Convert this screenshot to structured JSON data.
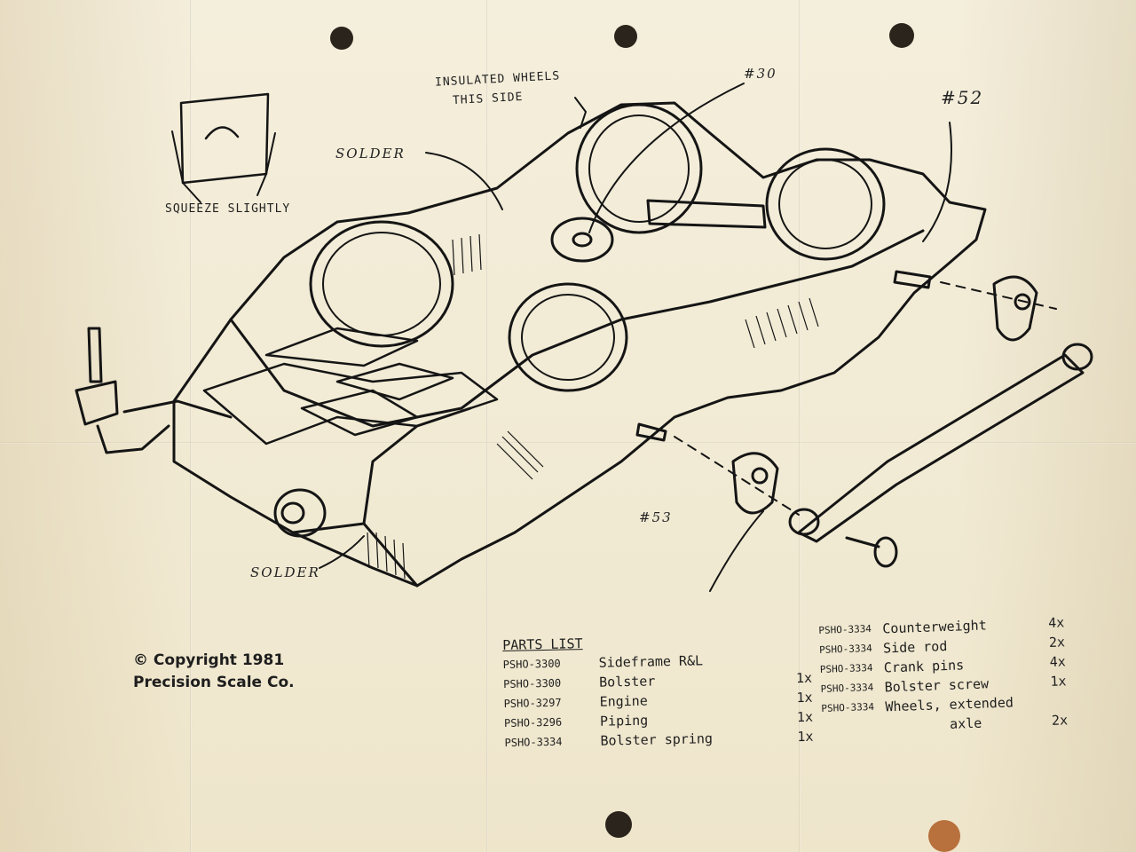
{
  "labels": {
    "squeeze": "SQUEEZE SLIGHTLY",
    "insulated_line1": "INSULATED WHEELS",
    "insulated_line2": "THIS SIDE",
    "solder_top": "SOLDER",
    "solder_bottom": "SOLDER",
    "part_30": "#30",
    "part_52": "#52",
    "part_53": "#53"
  },
  "copyright": {
    "line1": "© Copyright 1981",
    "line2": "Precision Scale Co."
  },
  "parts_list": {
    "title": "PARTS LIST",
    "left_items": [
      {
        "part_no": "PSHO-3300",
        "description": "Sideframe R&L",
        "qty": ""
      },
      {
        "part_no": "PSHO-3300",
        "description": "Bolster",
        "qty": "1x"
      },
      {
        "part_no": "PSHO-3297",
        "description": "Engine",
        "qty": "1x"
      },
      {
        "part_no": "PSHO-3296",
        "description": "Piping",
        "qty": "1x"
      },
      {
        "part_no": "PSHO-3334",
        "description": "Bolster spring",
        "qty": "1x"
      }
    ],
    "right_items": [
      {
        "part_no": "PSHO-3334",
        "description": "Counterweight",
        "qty": "4x"
      },
      {
        "part_no": "PSHO-3334",
        "description": "Side rod",
        "qty": "2x"
      },
      {
        "part_no": "PSHO-3334",
        "description": "Crank pins",
        "qty": "4x"
      },
      {
        "part_no": "PSHO-3334",
        "description": "Bolster screw",
        "qty": "1x"
      },
      {
        "part_no": "PSHO-3334",
        "description": "Wheels, extended",
        "qty": ""
      },
      {
        "part_no": "",
        "description": "axle",
        "qty": "2x"
      }
    ]
  }
}
